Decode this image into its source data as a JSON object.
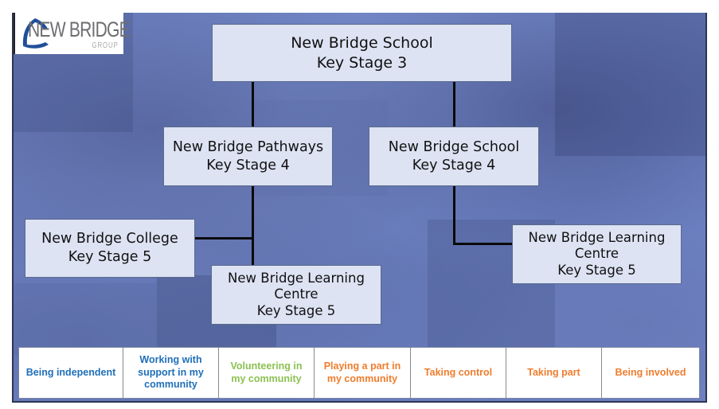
{
  "logo": {
    "name": "NEW BRIDGE",
    "subtitle": "GROUP"
  },
  "org_chart": {
    "root": {
      "line1": "New Bridge School",
      "line2": "Key Stage 3"
    },
    "pathways_ks4": {
      "line1": "New Bridge Pathways",
      "line2": "Key Stage 4"
    },
    "school_ks4": {
      "line1": "New Bridge School",
      "line2": "Key Stage 4"
    },
    "college_ks5": {
      "line1": "New Bridge College",
      "line2": "Key Stage 5"
    },
    "learning_centre_left": {
      "line1": "New Bridge Learning",
      "line2": "Centre",
      "line3": "Key Stage 5"
    },
    "learning_centre_right": {
      "line1": "New Bridge Learning",
      "line2": "Centre",
      "line3": "Key Stage 5"
    }
  },
  "outcomes": {
    "items": [
      {
        "label": "Being independent",
        "color": "#1f6fb8"
      },
      {
        "label": "Working with support in my community",
        "color": "#1f6fb8"
      },
      {
        "label": "Volunteering in my community",
        "color": "#8cc152"
      },
      {
        "label": "Playing a part in my community",
        "color": "#ef7d2d"
      },
      {
        "label": "Taking control",
        "color": "#ef7d2d"
      },
      {
        "label": "Taking part",
        "color": "#ef7d2d"
      },
      {
        "label": "Being involved",
        "color": "#ef7d2d"
      }
    ]
  }
}
